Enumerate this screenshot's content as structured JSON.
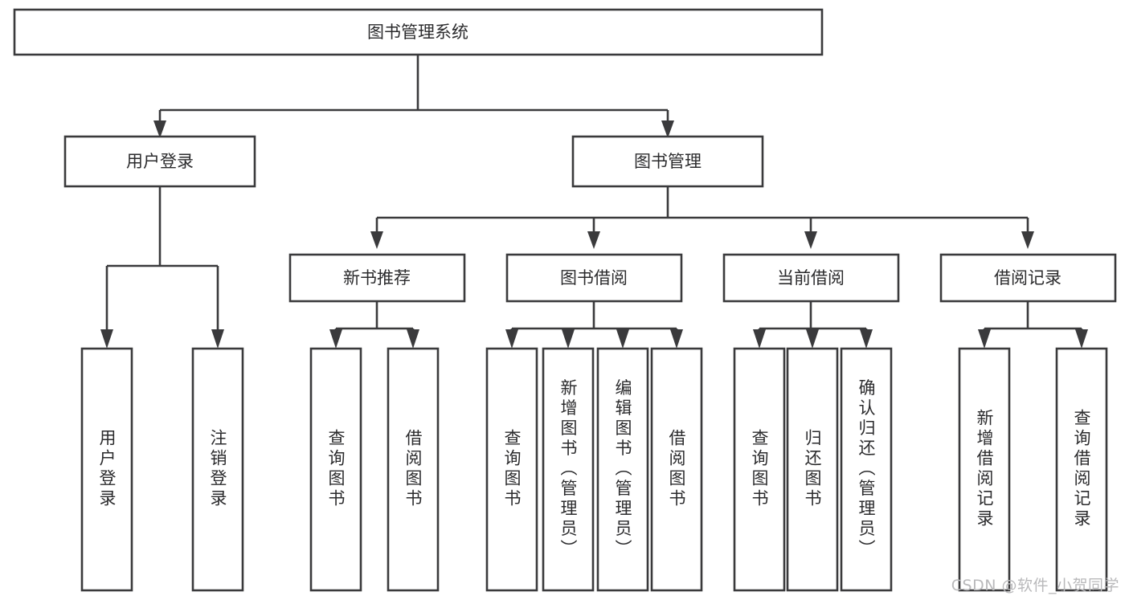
{
  "diagram": {
    "title": "图书管理系统",
    "type": "hierarchy-tree",
    "watermark": "CSDN @软件_小贺同学",
    "colors": {
      "stroke": "#3a3a3c",
      "box_fill": "#ffffff",
      "text": "#2b2b2d",
      "background": "#ffffff",
      "watermark": "#b9b9bb"
    },
    "nodes": {
      "root": {
        "label": "图书管理系统",
        "level": 1,
        "orientation": "horizontal"
      },
      "l2_user_login": {
        "label": "用户登录",
        "level": 2,
        "orientation": "horizontal"
      },
      "l2_book_manage": {
        "label": "图书管理",
        "level": 2,
        "orientation": "horizontal"
      },
      "l3_new_book_rec": {
        "label": "新书推荐",
        "level": 3,
        "orientation": "horizontal"
      },
      "l3_book_borrow": {
        "label": "图书借阅",
        "level": 3,
        "orientation": "horizontal"
      },
      "l3_current_borrow": {
        "label": "当前借阅",
        "level": 3,
        "orientation": "horizontal"
      },
      "l3_borrow_record": {
        "label": "借阅记录",
        "level": 3,
        "orientation": "horizontal"
      },
      "leaf_user_login": {
        "label": "用户登录",
        "level": 4,
        "orientation": "vertical"
      },
      "leaf_logout": {
        "label": "注销登录",
        "level": 4,
        "orientation": "vertical"
      },
      "leaf_query_book_a": {
        "label": "查询图书",
        "level": 4,
        "orientation": "vertical"
      },
      "leaf_borrow_book_a": {
        "label": "借阅图书",
        "level": 4,
        "orientation": "vertical"
      },
      "leaf_query_book_b": {
        "label": "查询图书",
        "level": 4,
        "orientation": "vertical"
      },
      "leaf_add_book": {
        "label": "新增图书（管理员）",
        "level": 4,
        "orientation": "vertical"
      },
      "leaf_edit_book": {
        "label": "编辑图书（管理员）",
        "level": 4,
        "orientation": "vertical"
      },
      "leaf_borrow_book_b": {
        "label": "借阅图书",
        "level": 4,
        "orientation": "vertical"
      },
      "leaf_query_book_c": {
        "label": "查询图书",
        "level": 4,
        "orientation": "vertical"
      },
      "leaf_return_book": {
        "label": "归还图书",
        "level": 4,
        "orientation": "vertical"
      },
      "leaf_confirm_return": {
        "label": "确认归还（管理员）",
        "level": 4,
        "orientation": "vertical"
      },
      "leaf_add_record": {
        "label": "新增借阅记录",
        "level": 4,
        "orientation": "vertical"
      },
      "leaf_query_record": {
        "label": "查询借阅记录",
        "level": 4,
        "orientation": "vertical"
      }
    },
    "edges": [
      {
        "from": "root",
        "to": "l2_user_login"
      },
      {
        "from": "root",
        "to": "l2_book_manage"
      },
      {
        "from": "l2_user_login",
        "to": "leaf_user_login"
      },
      {
        "from": "l2_user_login",
        "to": "leaf_logout"
      },
      {
        "from": "l2_book_manage",
        "to": "l3_new_book_rec"
      },
      {
        "from": "l2_book_manage",
        "to": "l3_book_borrow"
      },
      {
        "from": "l2_book_manage",
        "to": "l3_current_borrow"
      },
      {
        "from": "l2_book_manage",
        "to": "l3_borrow_record"
      },
      {
        "from": "l3_new_book_rec",
        "to": "leaf_query_book_a"
      },
      {
        "from": "l3_new_book_rec",
        "to": "leaf_borrow_book_a"
      },
      {
        "from": "l3_book_borrow",
        "to": "leaf_query_book_b"
      },
      {
        "from": "l3_book_borrow",
        "to": "leaf_add_book"
      },
      {
        "from": "l3_book_borrow",
        "to": "leaf_edit_book"
      },
      {
        "from": "l3_book_borrow",
        "to": "leaf_borrow_book_b"
      },
      {
        "from": "l3_current_borrow",
        "to": "leaf_query_book_c"
      },
      {
        "from": "l3_current_borrow",
        "to": "leaf_return_book"
      },
      {
        "from": "l3_current_borrow",
        "to": "leaf_confirm_return"
      },
      {
        "from": "l3_borrow_record",
        "to": "leaf_add_record"
      },
      {
        "from": "l3_borrow_record",
        "to": "leaf_query_record"
      }
    ]
  }
}
